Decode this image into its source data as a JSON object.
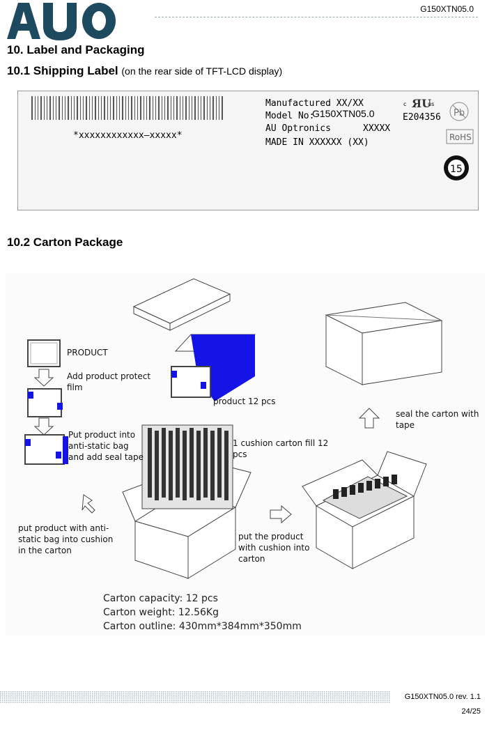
{
  "header": {
    "logo_text": "AUO",
    "doc_id": "G150XTN05.0"
  },
  "section": {
    "title": "10. Label and Packaging",
    "shipping_label_heading": "10.1 Shipping Label",
    "shipping_label_note": "(on the rear side of TFT-LCD display)",
    "carton_heading": "10.2 Carton Package"
  },
  "label": {
    "serial": "*xxxxxxxxxxxx—xxxxx*",
    "manufactured": "Manufactured XX/XX",
    "model_prefix": "Model No:",
    "model_value": "G150XTN05.0",
    "maker": "AU Optronics",
    "maker_code": "XXXXX",
    "made_in": "MADE IN XXXXXX (XX)",
    "ul_c": "c",
    "ul_us": "us",
    "ul_number": "E204356",
    "pb": "Pb",
    "rohs": "RoHS",
    "recycle_number": "15"
  },
  "package": {
    "steps": {
      "product": "PRODUCT",
      "protect_film": "Add product protect film",
      "antistatic": "Put product into anti-static bag and add seal tape",
      "product_12": "product 12 pcs",
      "cushion": "1 cushion carton fill 12 pcs",
      "put_in_cushion": "put product with anti-static bag into cushion in the carton",
      "put_in_carton": "put the product with cushion into carton",
      "seal": "seal the carton with tape"
    },
    "specs": {
      "capacity": "Carton capacity: 12 pcs",
      "weight": "Carton weight: 12.56Kg",
      "outline": "Carton outline: 430mm*384mm*350mm"
    }
  },
  "footer": {
    "revision": "G150XTN05.0  rev.  1.1",
    "page": "24/25"
  },
  "colors": {
    "logo": "#1d4a5e",
    "accent_blue": "#1414e6"
  }
}
